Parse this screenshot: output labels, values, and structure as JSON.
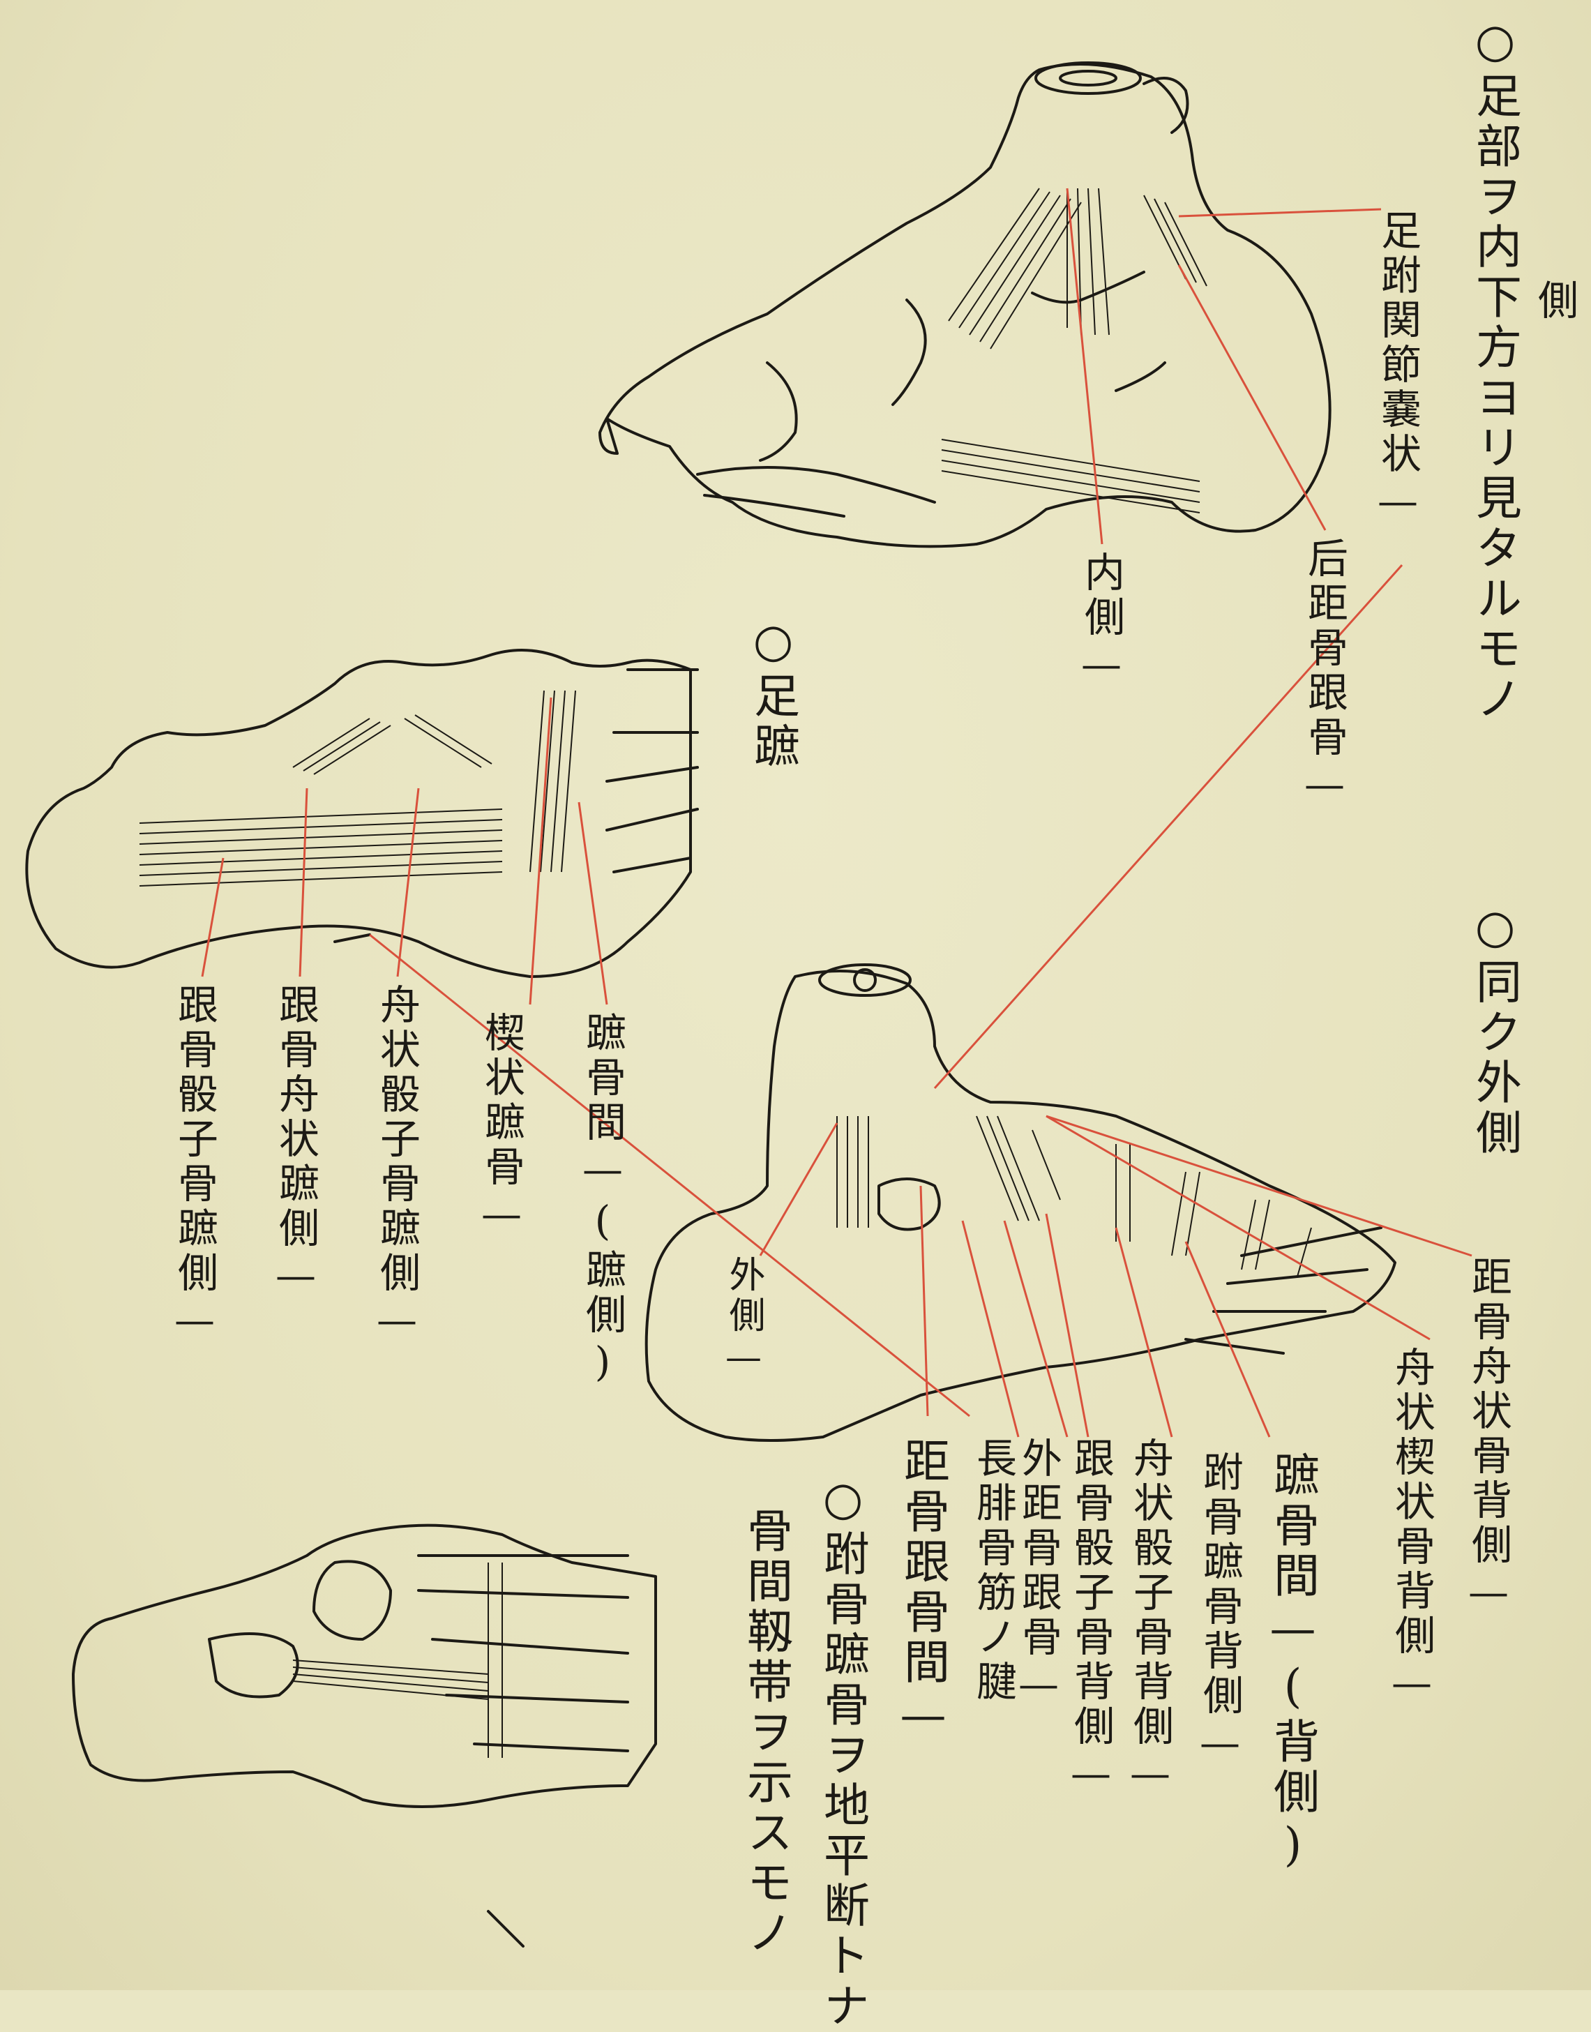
{
  "headings": {
    "top_view": "○足部ヲ内下方ヨリ見タルモノ",
    "top_view_side": "側",
    "sole_view": "○足蹠",
    "outer_view": "○同ク外側",
    "bottom_note_1": "○跗骨蹠骨ヲ地平断トナ",
    "bottom_note_2": "骨間靱帯ヲ示スモノ"
  },
  "top_labels": {
    "joint_capsule": "足跗関節嚢状—",
    "medial": "内側—",
    "posterior_talocalcaneal": "后距骨跟骨—"
  },
  "sole_labels": {
    "calcaneocuboid": "跟骨骰子骨蹠側—",
    "calcaneonavicular": "跟骨舟状蹠側—",
    "navicular_cuboid": "舟状骰子骨蹠側—",
    "cuneiform": "楔状蹠骨—",
    "intermetatarsal": "蹠骨間—(蹠側)"
  },
  "outer_labels": {
    "lateral": "外側—",
    "talonavicular_dorsal": "距骨舟状骨背側—",
    "navicular_cuneiform_dorsal": "舟状楔状骨背側—",
    "talocalcaneal_interosseous": "距骨跟骨間—",
    "peroneus_longus_tendon": "長腓骨筋ノ腱",
    "lateral_talocalcaneal": "外距骨跟骨—",
    "calcaneocuboid_dorsal": "跟骨骰子骨背側—",
    "navicular_cuboid_dorsal": "舟状骰子骨背側—",
    "tarsometatarsal_dorsal": "跗骨蹠骨背側—",
    "intermetatarsal_dorsal": "蹠骨間—(背側)"
  }
}
